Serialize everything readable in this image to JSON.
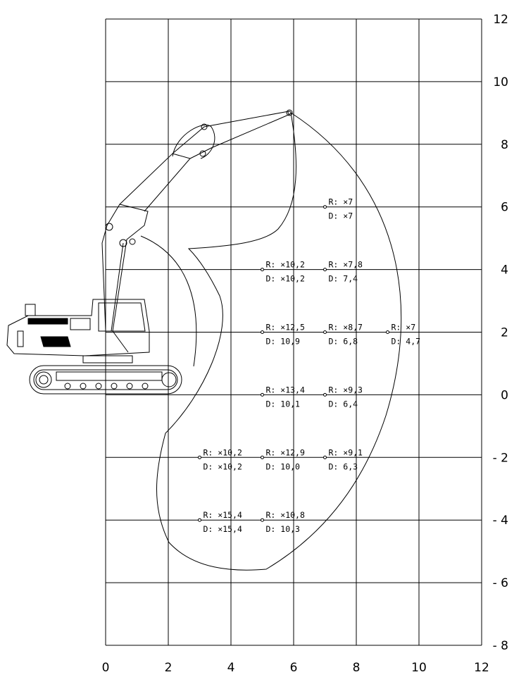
{
  "chart_data": {
    "type": "scatter",
    "title": "",
    "xlabel": "",
    "ylabel": "",
    "xlim": [
      0,
      12
    ],
    "ylim": [
      -8,
      12
    ],
    "grid": true,
    "x_ticks": [
      "0",
      "2",
      "4",
      "6",
      "8",
      "10",
      "12"
    ],
    "y_ticks": [
      "12",
      "10",
      "8",
      "6",
      "4",
      "2",
      "0",
      "- 2",
      "- 4",
      "- 6",
      "- 8"
    ],
    "points": [
      {
        "x": 7,
        "y": 6,
        "r": "R: ×7",
        "d": "D: ×7"
      },
      {
        "x": 5,
        "y": 4,
        "r": "R: ×10,2",
        "d": "D: ×10,2"
      },
      {
        "x": 7,
        "y": 4,
        "r": "R: ×7,8",
        "d": "D: 7,4"
      },
      {
        "x": 5,
        "y": 2,
        "r": "R: ×12,5",
        "d": "D: 10,9"
      },
      {
        "x": 7,
        "y": 2,
        "r": "R: ×8,7",
        "d": "D: 6,8"
      },
      {
        "x": 9,
        "y": 2,
        "r": "R: ×7",
        "d": "D: 4,7"
      },
      {
        "x": 5,
        "y": 0,
        "r": "R: ×13,4",
        "d": "D: 10,1"
      },
      {
        "x": 7,
        "y": 0,
        "r": "R: ×9,3",
        "d": "D: 6,4"
      },
      {
        "x": 3,
        "y": -2,
        "r": "R: ×10,2",
        "d": "D: ×10,2"
      },
      {
        "x": 5,
        "y": -2,
        "r": "R: ×12,9",
        "d": "D: 10,0"
      },
      {
        "x": 7,
        "y": -2,
        "r": "R: ×9,1",
        "d": "D: 6,3"
      },
      {
        "x": 3,
        "y": -4,
        "r": "R: ×15,4",
        "d": "D: ×15,4"
      },
      {
        "x": 5,
        "y": -4,
        "r": "R: ×10,8",
        "d": "D: 10,3"
      }
    ]
  }
}
